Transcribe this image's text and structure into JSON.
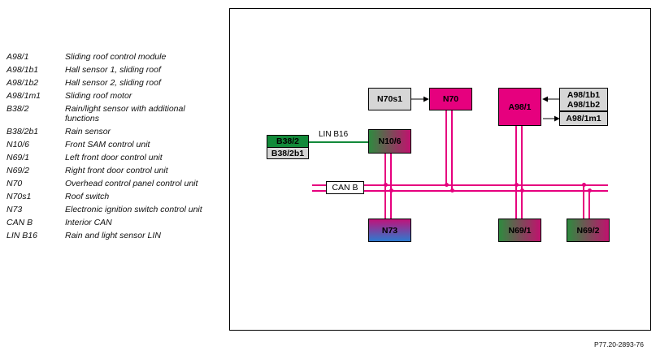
{
  "legend": [
    {
      "code": "A98/1",
      "desc": "Sliding roof control module"
    },
    {
      "code": "A98/1b1",
      "desc": "Hall sensor 1, sliding roof"
    },
    {
      "code": "A98/1b2",
      "desc": "Hall sensor 2, sliding roof"
    },
    {
      "code": "A98/1m1",
      "desc": "Sliding roof motor"
    },
    {
      "code": "B38/2",
      "desc": "Rain/light sensor with additional functions"
    },
    {
      "code": "B38/2b1",
      "desc": "Rain sensor"
    },
    {
      "code": "N10/6",
      "desc": "Front SAM control unit"
    },
    {
      "code": "N69/1",
      "desc": "Left front door control unit"
    },
    {
      "code": "N69/2",
      "desc": "Right front door control unit"
    },
    {
      "code": "N70",
      "desc": "Overhead control panel control unit"
    },
    {
      "code": "N70s1",
      "desc": "Roof switch"
    },
    {
      "code": "N73",
      "desc": "Electronic ignition switch control unit"
    },
    {
      "code": "CAN B",
      "desc": "Interior CAN"
    },
    {
      "code": "LIN B16",
      "desc": "Rain and light sensor LIN"
    }
  ],
  "diagram": {
    "n70s1": "N70s1",
    "n70": "N70",
    "a98_1": "A98/1",
    "a98_1b1": "A98/1b1",
    "a98_1b2": "A98/1b2",
    "a98_1m1": "A98/1m1",
    "b38_2": "B38/2",
    "b38_2b1": "B38/2b1",
    "lin_label": "LIN B16",
    "n10_6": "N10/6",
    "can_label": "CAN B",
    "n73": "N73",
    "n69_1": "N69/1",
    "n69_2": "N69/2"
  },
  "colors": {
    "wire": "#e6007e",
    "lin": "#128a3a"
  },
  "reference": "P77.20-2893-76"
}
